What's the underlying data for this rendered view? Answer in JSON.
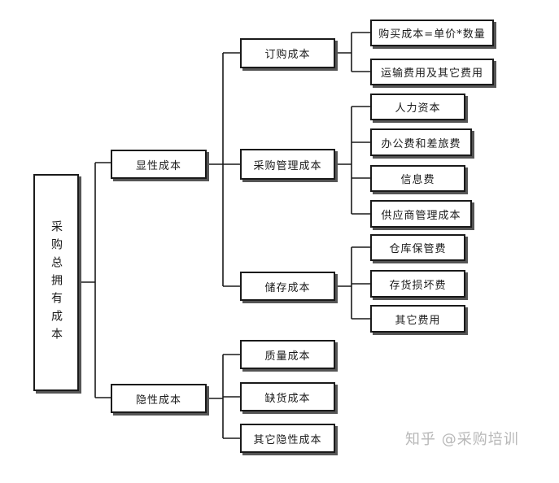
{
  "diagram": {
    "root": {
      "label": "采购总拥有成本"
    },
    "explicit": {
      "label": "显性成本",
      "order": {
        "label": "订购成本",
        "items": [
          "购买成本=单价*数量",
          "运输费用及其它费用"
        ]
      },
      "procurement": {
        "label": "采购管理成本",
        "items": [
          "人力资本",
          "办公费和差旅费",
          "信息费",
          "供应商管理成本"
        ]
      },
      "storage": {
        "label": "储存成本",
        "items": [
          "仓库保管费",
          "存货损坏费",
          "其它费用"
        ]
      }
    },
    "implicit": {
      "label": "隐性成本",
      "items": [
        "质量成本",
        "缺货成本",
        "其它隐性成本"
      ]
    }
  },
  "watermark": "知乎 @采购培训",
  "colors": {
    "line": "#1a1a1a",
    "border": "#1a1a1a",
    "shadow": "#555555",
    "watermark": "#b8b8b8"
  }
}
